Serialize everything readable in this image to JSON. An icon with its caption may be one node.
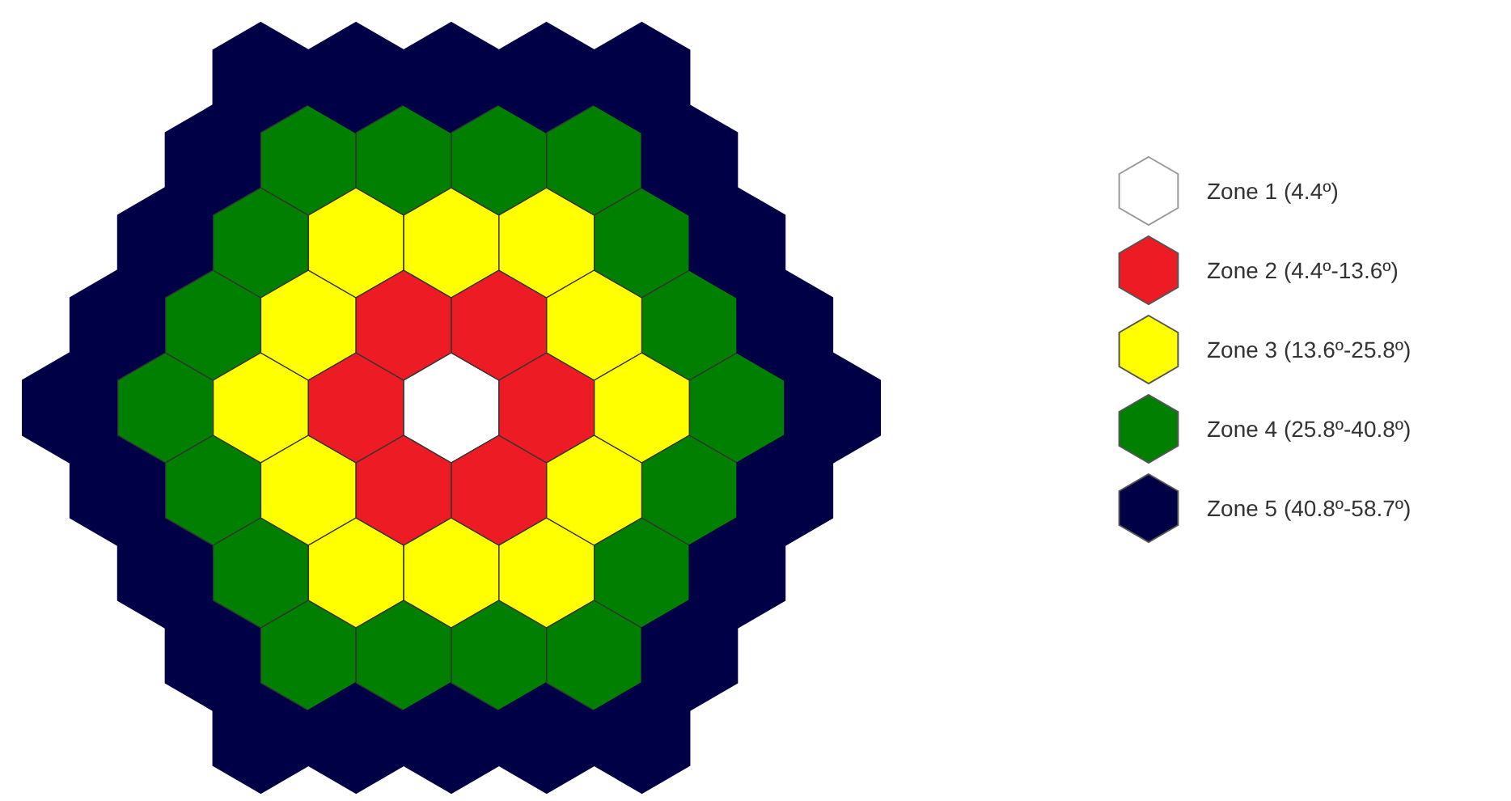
{
  "diagram": {
    "legend": [
      {
        "text": "Zone 1 (4.4º)",
        "color": "#ffffff"
      },
      {
        "text": "Zone 2 (4.4º-13.6º)",
        "color": "#ed1c24"
      },
      {
        "text": "Zone 3 (13.6º-25.8º)",
        "color": "#ffff00"
      },
      {
        "text": "Zone 4 (25.8º-40.8º)",
        "color": "#007f00"
      },
      {
        "text": "Zone 5 (40.8º-58.7º)",
        "color": "#000046"
      }
    ]
  }
}
